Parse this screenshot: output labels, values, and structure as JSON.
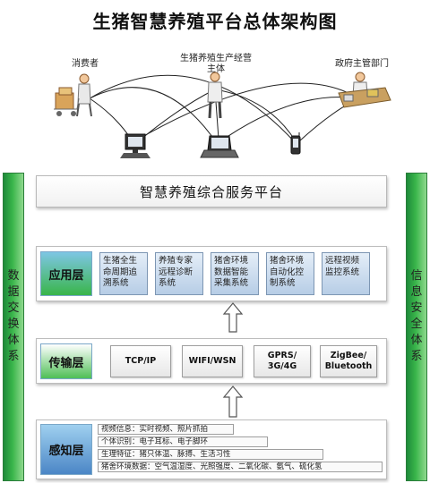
{
  "title": "生猪智慧养殖平台总体架构图",
  "actors": {
    "consumer": "消费者",
    "producer_line1": "生猪养殖生产经营",
    "producer_line2": "主体",
    "government": "政府主管部门"
  },
  "platform": {
    "label": "智慧养殖综合服务平台"
  },
  "left_sidebar": {
    "chars": [
      "数",
      "据",
      "交",
      "换",
      "体",
      "系"
    ]
  },
  "right_sidebar": {
    "chars": [
      "信",
      "息",
      "安",
      "全",
      "体",
      "系"
    ]
  },
  "application_layer": {
    "label": "应用层",
    "items": [
      "生猪全生命周期追溯系统",
      "养殖专家远程诊断系统",
      "猪舍环境数据智能采集系统",
      "猪舍环境自动化控制系统",
      "远程视频监控系统"
    ]
  },
  "transport_layer": {
    "label": "传输层",
    "items": [
      {
        "line1": "TCP/IP",
        "line2": ""
      },
      {
        "line1": "WIFI/WSN",
        "line2": ""
      },
      {
        "line1": "GPRS/",
        "line2": "3G/4G"
      },
      {
        "line1": "ZigBee/",
        "line2": "Bluetooth"
      }
    ]
  },
  "perception_layer": {
    "label": "感知层",
    "rows": [
      "视频信息：实时视频、照片抓拍",
      "个体识别：电子耳标、电子脚环",
      "生理特征：猪只体温、脉搏、生活习性",
      "猪舍环境数据：空气温湿度、光照强度、二氧化碳、氨气、硫化氢"
    ]
  },
  "colors": {
    "sidebar_green": "#39b54a",
    "app_box_blue": "#b7cde6",
    "sense_label_blue": "#4b86c6"
  }
}
